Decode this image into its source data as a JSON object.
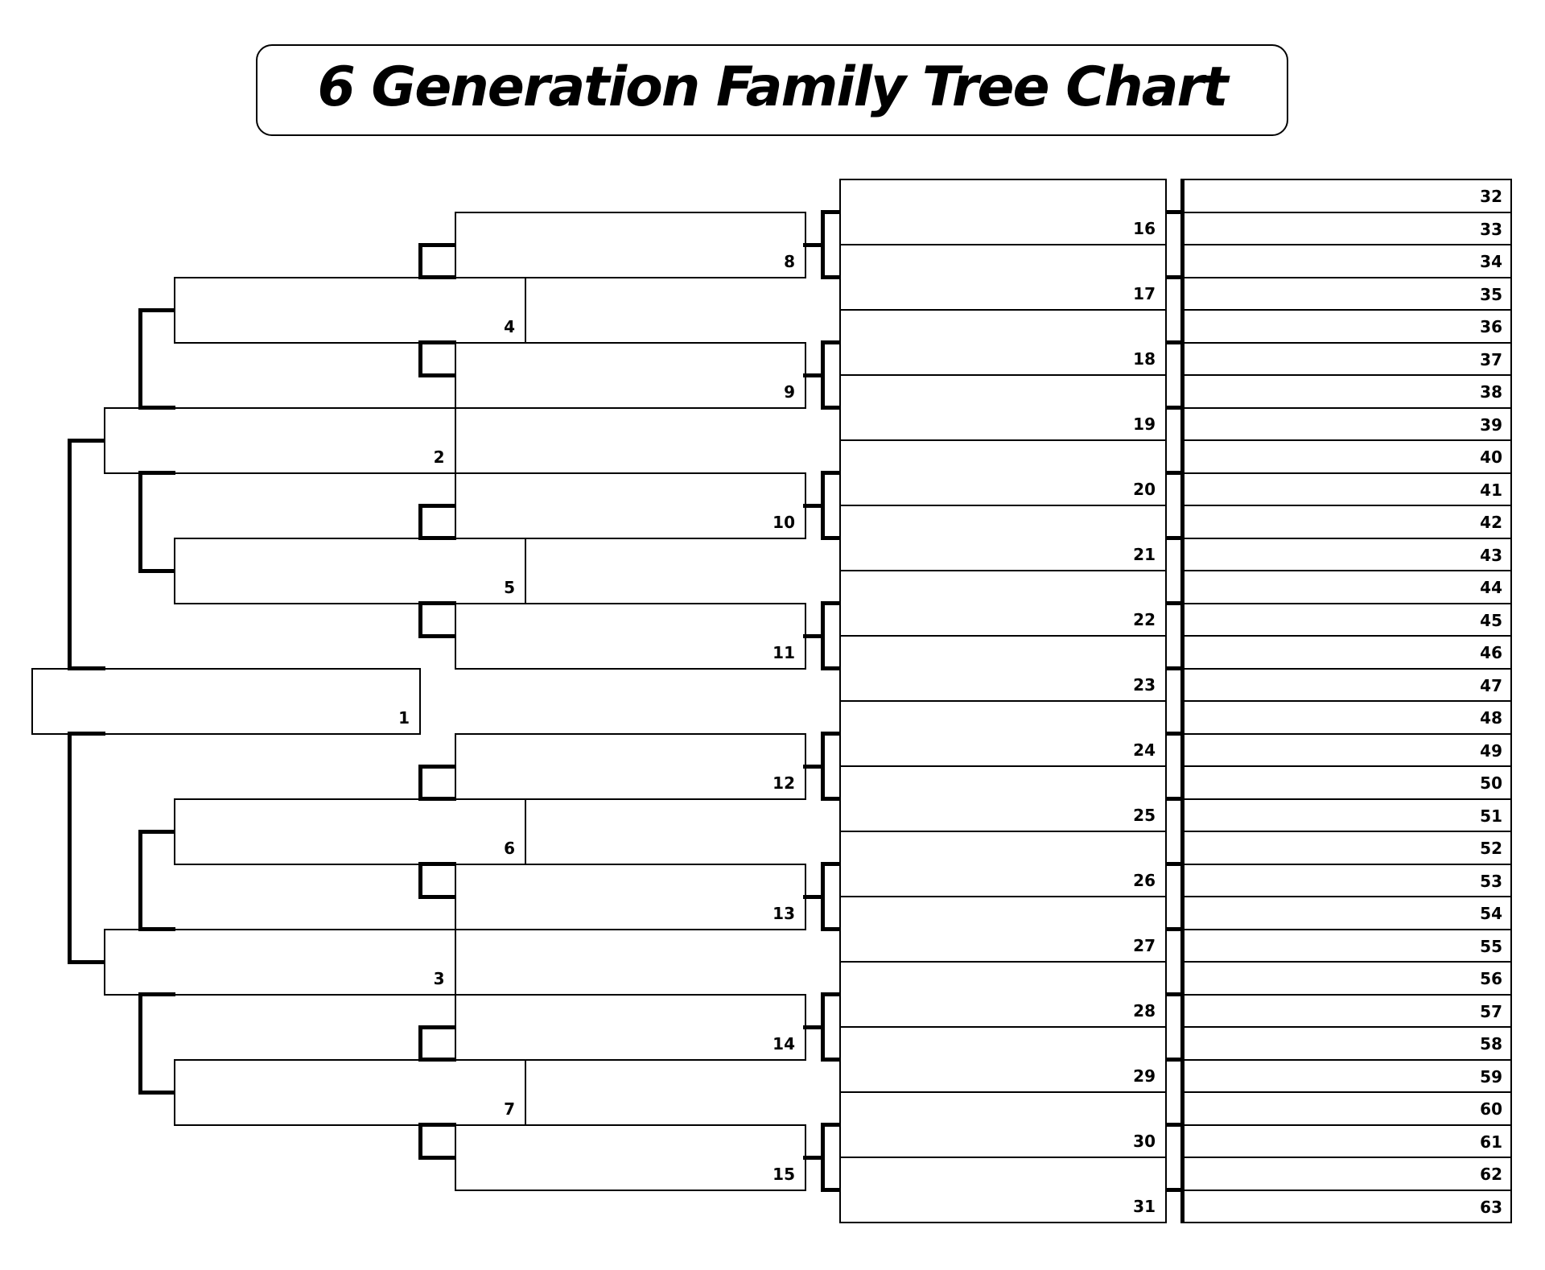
{
  "title": "6 Generation Family Tree Chart",
  "colors": {
    "line": "#000000",
    "background": "#ffffff",
    "text": "#000000"
  },
  "tree": {
    "generations": [
      {
        "label": "generation-1",
        "numbers": [
          "1"
        ]
      },
      {
        "label": "generation-2",
        "numbers": [
          "2",
          "3"
        ]
      },
      {
        "label": "generation-3",
        "numbers": [
          "4",
          "5",
          "6",
          "7"
        ]
      },
      {
        "label": "generation-4",
        "numbers": [
          "8",
          "9",
          "10",
          "11",
          "12",
          "13",
          "14",
          "15"
        ]
      },
      {
        "label": "generation-5",
        "numbers": [
          "16",
          "17",
          "18",
          "19",
          "20",
          "21",
          "22",
          "23",
          "24",
          "25",
          "26",
          "27",
          "28",
          "29",
          "30",
          "31"
        ]
      },
      {
        "label": "generation-6",
        "numbers": [
          "32",
          "33",
          "34",
          "35",
          "36",
          "37",
          "38",
          "39",
          "40",
          "41",
          "42",
          "43",
          "44",
          "45",
          "46",
          "47",
          "48",
          "49",
          "50",
          "51",
          "52",
          "53",
          "54",
          "55",
          "56",
          "57",
          "58",
          "59",
          "60",
          "61",
          "62",
          "63"
        ]
      }
    ]
  }
}
